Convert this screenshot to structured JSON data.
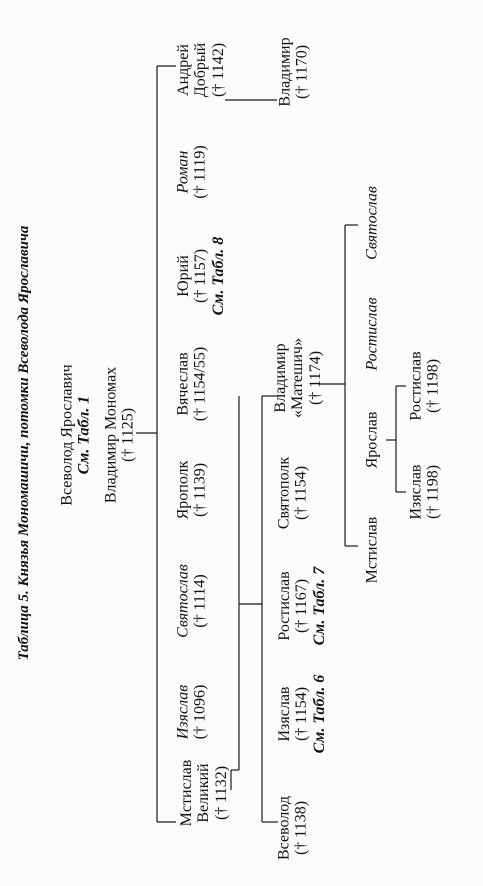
{
  "title": "Таблица 5. Князья Мономашичи, потомки Всеволода Ярославича",
  "root": {
    "name": "Всеволод Ярославич",
    "ref": "См. Табл. 1"
  },
  "monomakh": {
    "name": "Владимир Мономах",
    "dates": "(† 1125)"
  },
  "sons": [
    {
      "id": "mstislav",
      "name_line1": "Мстислав",
      "name_line2": "Великий",
      "dates": "(† 1132)"
    },
    {
      "id": "izyaslav",
      "name": "Изяслав",
      "dates": "(† 1096)",
      "italic": true
    },
    {
      "id": "svyatoslav",
      "name": "Святослав",
      "dates": "(† 1114)",
      "italic": true
    },
    {
      "id": "yaropolk",
      "name": "Ярополк",
      "dates": "(† 1139)"
    },
    {
      "id": "vyacheslav",
      "name": "Вячеслав",
      "dates": "(† 1154/55)"
    },
    {
      "id": "yuri",
      "name": "Юрий",
      "dates": "(† 1157)",
      "ref": "См. Табл. 8"
    },
    {
      "id": "roman",
      "name": "Роман",
      "dates": "(† 1119)",
      "italic": true
    },
    {
      "id": "andrei",
      "name_line1": "Андрей",
      "name_line2": "Добрый",
      "dates": "(† 1142)"
    }
  ],
  "andrei_son": {
    "name": "Владимир",
    "dates": "(† 1170)"
  },
  "mstislav_sons": [
    {
      "id": "vsevolod",
      "name": "Всеволод",
      "dates": "(† 1138)"
    },
    {
      "id": "izyaslav2",
      "name": "Изяслав",
      "dates": "(† 1154)",
      "ref": "См. Табл. 6"
    },
    {
      "id": "rostislav",
      "name": "Ростислав",
      "dates": "(† 1167)",
      "ref": "См. Табл. 7"
    },
    {
      "id": "svyatopolk",
      "name": "Святополк",
      "dates": "(† 1154)"
    },
    {
      "id": "vladimir_m",
      "name": "Владимир",
      "nickname": "«Матешич»",
      "dates": "(† 1174)"
    }
  ],
  "vladimir_m_sons": [
    {
      "id": "mstislav3",
      "name": "Мстислав"
    },
    {
      "id": "yaroslav",
      "name": "Ярослав"
    },
    {
      "id": "rostislav3",
      "name": "Ростислав",
      "italic": true
    },
    {
      "id": "svyatoslav3",
      "name": "Святослав",
      "italic": true
    }
  ],
  "yaroslav_sons": [
    {
      "id": "izyaslav4",
      "name": "Изяслав",
      "dates": "(† 1198)"
    },
    {
      "id": "rostislav4",
      "name": "Ростислав",
      "dates": "(† 1198)"
    }
  ]
}
